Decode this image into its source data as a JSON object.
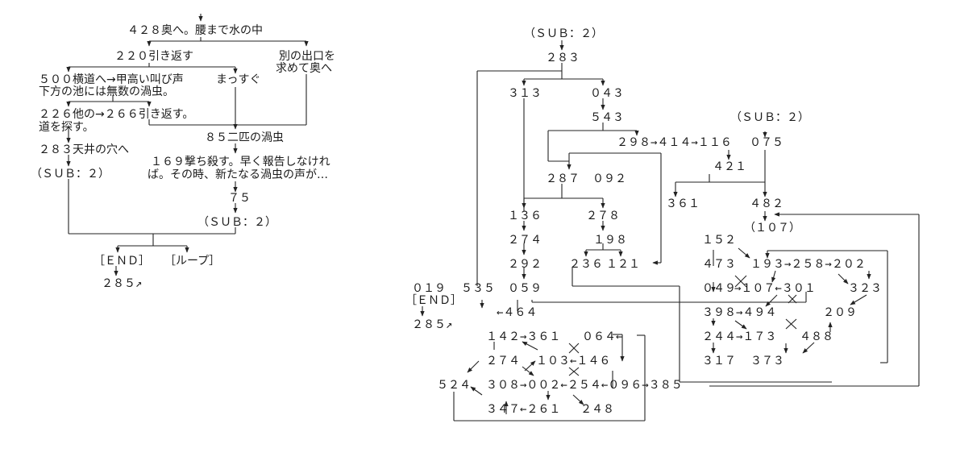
{
  "left_flow": {
    "n428": "４２８奥へ。腰まで水の中",
    "n220": "２２０引き返す",
    "other_exit_1": "別の出口を",
    "other_exit_2": "求めて奥へ",
    "n500_1": "５００横道へ→甲高い叫び声",
    "n500_2": "下方の池には無数の渦虫。",
    "straight": "まっすぐ",
    "n226": "２２６他の→２６６引き返す。",
    "seek_way": "道を探す。",
    "n85": "８５二匹の渦虫",
    "n283": "２８３天井の穴へ",
    "n169_1": "１６９撃ち殺す。早く報告しなけれ",
    "n169_2": "ば。その時、新たなる渦虫の声が…",
    "sub2_a": "（ＳＵＢ：２）",
    "n75": "７５",
    "sub2_b": "（ＳＵＢ：２）",
    "end": "［ＥＮＤ］",
    "loop": "［ループ］",
    "n285": "２８５↗"
  },
  "right_graph": {
    "sub2_top": "（ＳＵＢ：２）",
    "n283": "２８３",
    "n313": "３１３",
    "n043": "０４３",
    "n543": "５４３",
    "chain_298": "２９８→４１４→１１６",
    "sub2_right": "（ＳＵＢ：２）",
    "n075": "０７５",
    "n421": "４２１",
    "n287": "２８７",
    "n092": "０９２",
    "n361": "３６１",
    "n482": "４８２",
    "n107": "（１０７）",
    "n136": "１３６",
    "n278": "２７８",
    "n152": "１５２",
    "n274": "２７４",
    "n198": "１９８",
    "n473": "４７３",
    "row_193": "１９３→２５８→２０２",
    "n292": "２９２",
    "n236": "２３６",
    "n121": "１２１",
    "n049": "０４９",
    "mid_107": "→１０７←３０１",
    "n323": "３２３",
    "n019": "０１９",
    "n535": "５３５",
    "n059": "０５９",
    "end": "［ＥＮＤ］",
    "n464": "←４６４",
    "n398": "３９８→４９４",
    "n209": "２０９",
    "n285": "２８５↗",
    "n244": "２４４→１７３",
    "n488": "４８８",
    "row_142": "１４２→３６１",
    "n064": "０６４←",
    "n317": "３１７",
    "n373": "３７３",
    "n274b": "２７４",
    "row_103": "１０３←１４６",
    "n524": "５２４",
    "row_308": "３０８→００２←２５４←０９６→３８５",
    "n347": "３４７←２６１",
    "n248": "２４８"
  }
}
